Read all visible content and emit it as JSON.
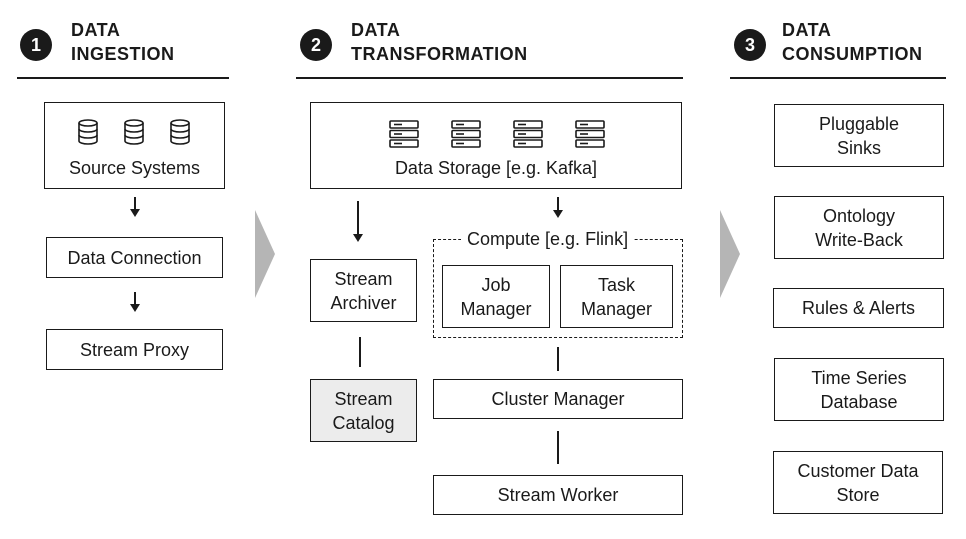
{
  "steps": [
    {
      "number": "1",
      "title_line1": "DATA",
      "title_line2": "INGESTION"
    },
    {
      "number": "2",
      "title_line1": "DATA",
      "title_line2": "TRANSFORMATION"
    },
    {
      "number": "3",
      "title_line1": "DATA",
      "title_line2": "CONSUMPTION"
    }
  ],
  "ingestion": {
    "source_systems": "Source Systems",
    "data_connection": "Data Connection",
    "stream_proxy": "Stream Proxy",
    "source_icon": "database-icon"
  },
  "transformation": {
    "data_storage": "Data Storage [e.g. Kafka]",
    "storage_icon": "server-rack-icon",
    "stream_archiver_l1": "Stream",
    "stream_archiver_l2": "Archiver",
    "stream_catalog_l1": "Stream",
    "stream_catalog_l2": "Catalog",
    "compute_label": "Compute [e.g. Flink]",
    "job_manager_l1": "Job",
    "job_manager_l2": "Manager",
    "task_manager_l1": "Task",
    "task_manager_l2": "Manager",
    "cluster_manager": "Cluster Manager",
    "stream_worker": "Stream Worker",
    "catalog_color": "#ececec"
  },
  "consumption": {
    "pluggable_sinks_l1": "Pluggable",
    "pluggable_sinks_l2": "Sinks",
    "ontology_l1": "Ontology",
    "ontology_l2": "Write-Back",
    "rules_alerts": "Rules & Alerts",
    "time_series_l1": "Time Series",
    "time_series_l2": "Database",
    "customer_data_l1": "Customer Data",
    "customer_data_l2": "Store"
  }
}
